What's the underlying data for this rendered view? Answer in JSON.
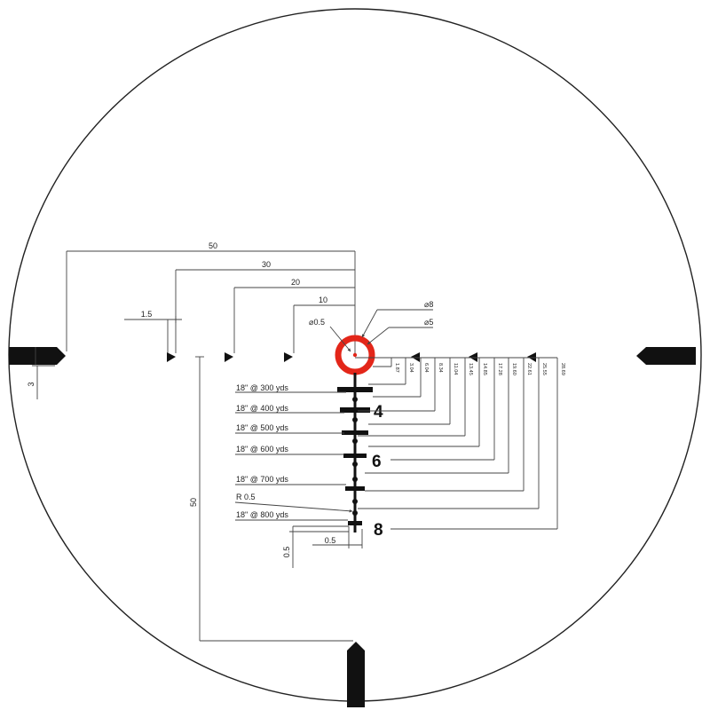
{
  "colors": {
    "reticle": "#111111",
    "dimension": "#444444",
    "dot": "#e32619",
    "background": "#ffffff"
  },
  "top_dimensions": [
    "50",
    "30",
    "20",
    "10"
  ],
  "callouts": {
    "dot": "⌀0.5",
    "ring_outer": "⌀8",
    "ring_inner": "⌀5",
    "post_width": "1.5",
    "post_height": "3"
  },
  "hold_labels": [
    "18\" @ 300 yds",
    "18\" @ 400 yds",
    "18\" @ 500 yds",
    "18\" @ 600 yds",
    "18\" @ 700 yds",
    "R 0.5",
    "18\" @ 800 yds"
  ],
  "numerals": [
    "4",
    "6",
    "8"
  ],
  "right_values": [
    "1.87",
    "3.04",
    "6.04",
    "8.34",
    "11.04",
    "13.45",
    "14.85",
    "17.28",
    "19.60",
    "22.61",
    "25.55",
    "28.69"
  ],
  "left_vertical": "50",
  "bottom_dims": {
    "tip_height": "0.5",
    "tip_width": "0.5"
  }
}
